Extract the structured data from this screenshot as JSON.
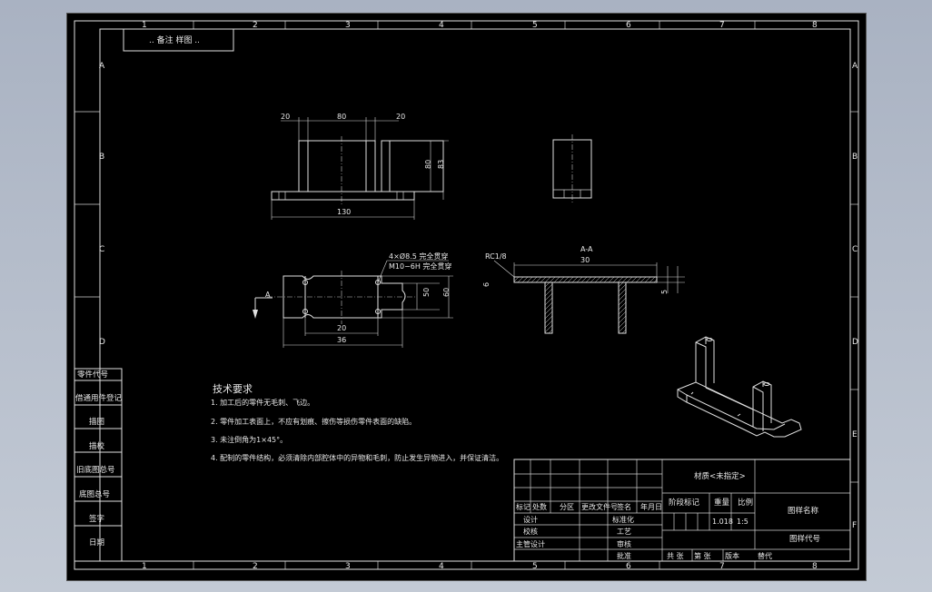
{
  "window": {
    "title": "CAD drawing viewport"
  },
  "zone_columns": [
    "1",
    "2",
    "3",
    "4",
    "5",
    "6",
    "7",
    "8"
  ],
  "zone_rows": [
    "A",
    "B",
    "C",
    "D",
    "E",
    "F"
  ],
  "top_box": ".. 备注 样图 ..",
  "left_strip": [
    "零件代号",
    "借通用件登记",
    "描图",
    "描校",
    "旧底图总号",
    "底图总号",
    "签字",
    "日期"
  ],
  "front_view_dims": {
    "left": "20",
    "middle": "80",
    "right": "20",
    "bottom": "130",
    "height_inner": "80",
    "height_outer": "83"
  },
  "plan_view": {
    "hole_callout_1": "4×Ø8.5 完全贯穿",
    "hole_callout_2": "M10−6H 完全贯穿",
    "dim_inner": "20",
    "dim_outer": "36",
    "dim_right1": "50",
    "dim_right2": "60",
    "section_label": "A"
  },
  "section_view": {
    "title": "A-A",
    "top_dim": "30",
    "chamfer": "RC1/8",
    "dim_left": "6",
    "dim_right": "5"
  },
  "tech_req": {
    "title": "技术要求",
    "items": [
      "1. 加工后的零件无毛刺、飞边。",
      "2. 零件加工表面上，不应有划痕、擦伤等损伤零件表面的缺陷。",
      "3. 未注倒角为1×45°。",
      "4. 配制的零件结构，必须清除内部腔体中的异物和毛刺，防止发生异物进入，并保证清洁。"
    ]
  },
  "title_block": {
    "material": "材质<未指定>",
    "drawing_name": "图样名称",
    "drawing_number": "图样代号",
    "stage_label": "阶段标记",
    "weight_label": "重量",
    "scale_label": "比例",
    "weight_value": "1.018",
    "scale_value": "1:5",
    "rev_headers": [
      "标记",
      "处数",
      "分区",
      "更改文件号",
      "签名",
      "年月日"
    ],
    "roles_left": [
      "设计",
      "校核",
      "主管设计"
    ],
    "roles_mid": [
      "标准化",
      "工艺",
      "审核",
      "批准"
    ],
    "sheet_total": "共 张",
    "sheet_num": "第 张",
    "version_label": "版本",
    "replace_label": "替代"
  }
}
